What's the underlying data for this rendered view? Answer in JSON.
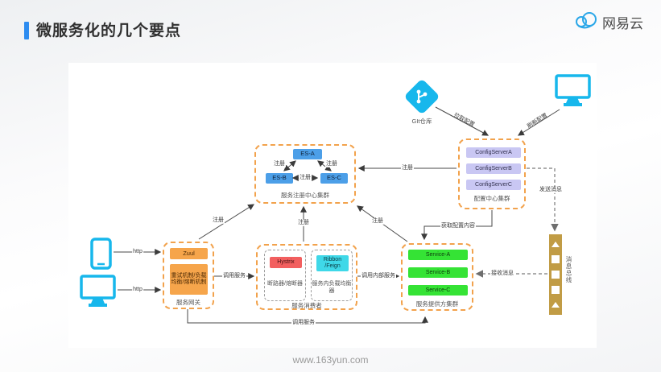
{
  "header": {
    "title": "微服务化的几个要点",
    "logo": "网易云"
  },
  "footer": {
    "url": "www.163yun.com"
  },
  "diagram": {
    "git": {
      "label": "GIt仓库"
    },
    "registry": {
      "label": "服务注册中心集群",
      "nodes": [
        "ES-A",
        "ES-B",
        "ES-C"
      ]
    },
    "config": {
      "label": "配置中心集群",
      "nodes": [
        "ConfigServerA",
        "ConfigServerB",
        "ConfigServerC"
      ]
    },
    "gateway": {
      "label": "服务网关",
      "zuul": "Zuul",
      "mechanisms": "重试机制/负载均衡/熔断机制"
    },
    "consumer": {
      "label": "服务消费者",
      "hystrix": "Hystrix",
      "hystrix_desc": "断路器/熔断器",
      "ribbon_line1": "Ribbon",
      "ribbon_line2": "/Feign",
      "ribbon_desc": "服务内负载均衡器"
    },
    "provider": {
      "label": "服务提供方集群",
      "nodes": [
        "Service-A",
        "Service-B",
        "Service-C"
      ]
    },
    "bus": {
      "label": "消息总线"
    },
    "edges": {
      "register": "注册",
      "http": "http",
      "pull_config": "拉取配置",
      "refresh_config": "刷新配置",
      "get_config": "获取配置内容",
      "send_message": "发送消息",
      "receive_message": "接收消息",
      "call_service": "调用服务",
      "call_internal": "调用内部服务"
    }
  },
  "colors": {
    "accent_blue": "#2D8CF0",
    "node_blue": "#4C9FE8",
    "node_purple": "#C9C7F3",
    "node_green": "#35E335",
    "node_orange": "#F6A54B",
    "node_red": "#F25F5F",
    "node_cyan": "#3FD8E8",
    "bus_gold": "#C19C45",
    "device_cyan": "#17B7EC",
    "cluster_dash_orange": "#F2A24C"
  }
}
